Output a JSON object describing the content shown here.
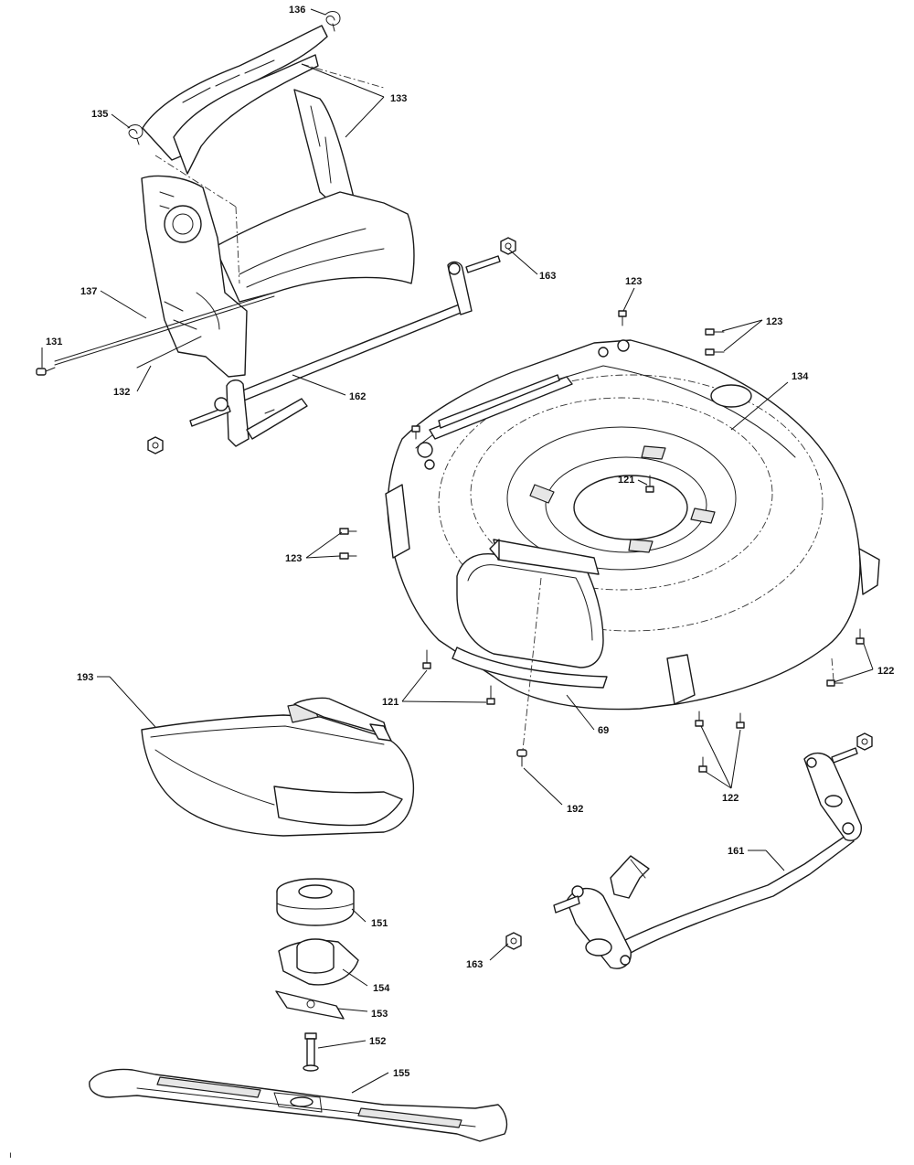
{
  "callouts": {
    "c136": "136",
    "c133": "133",
    "c135": "135",
    "c163a": "163",
    "c123a": "123",
    "c123b": "123",
    "c137": "137",
    "c131": "131",
    "c132": "132",
    "c162": "162",
    "c134": "134",
    "c121a": "121",
    "c123c": "123",
    "c193": "193",
    "c121b": "121",
    "c69": "69",
    "c122a": "122",
    "c192": "192",
    "c122b": "122",
    "c161": "161",
    "c151": "151",
    "c163b": "163",
    "c154": "154",
    "c153": "153",
    "c152": "152",
    "c155": "155"
  },
  "footer_mark": "ı"
}
